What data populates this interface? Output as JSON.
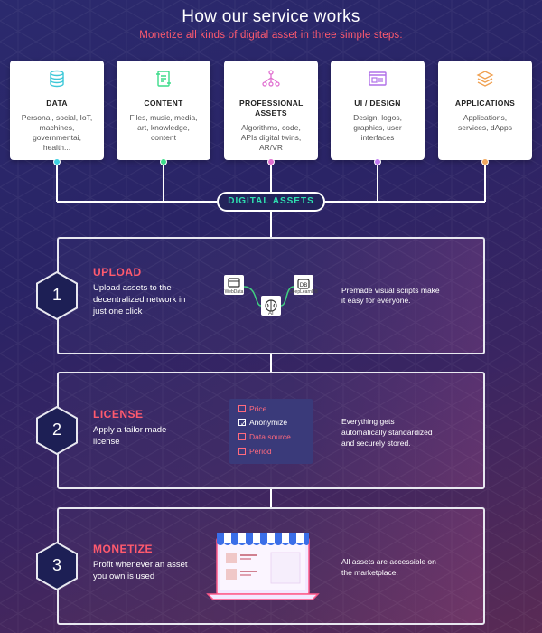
{
  "header": {
    "title": "How our service works",
    "subtitle": "Monetize all kinds of digital asset in three simple steps:"
  },
  "colors": {
    "accent_red": "#ff5a6e",
    "accent_teal": "#2fe0b0",
    "card_bg": "#ffffff",
    "panel_border": "#e8e8f0"
  },
  "cards": [
    {
      "title": "DATA",
      "icon": "database-icon",
      "desc": [
        "Personal, social, IoT,",
        "machines,",
        "governmentai,",
        "health..."
      ],
      "dot_color": "#3dd0e0"
    },
    {
      "title": "CONTENT",
      "icon": "content-icon",
      "desc": [
        "Files, music, media,",
        "art, knowledge,",
        "content"
      ],
      "dot_color": "#3ddc8a"
    },
    {
      "title": "PROFESSIONAL ASSETS",
      "icon": "network-icon",
      "desc": [
        "Algorithms, code,",
        "APIs digital twins,",
        "AR/VR"
      ],
      "dot_color": "#e070d0"
    },
    {
      "title": "UI / DESIGN",
      "icon": "design-window-icon",
      "desc": [
        "Design, logos,",
        "graphics, user",
        "interfaces"
      ],
      "dot_color": "#c07af0"
    },
    {
      "title": "APPLICATIONS",
      "icon": "layers-icon",
      "desc": [
        "Applications,",
        "services, dApps"
      ],
      "dot_color": "#f0a860"
    }
  ],
  "hub_label": "DIGITAL ASSETS",
  "steps": [
    {
      "number": "1",
      "title": "UPLOAD",
      "desc": [
        "Upload assets to the",
        "decentralized network in",
        "just one click"
      ],
      "note": [
        "Premade visual scripts make",
        "it easy for everyone."
      ],
      "script_nodes": [
        "WebData",
        "AI",
        "DeepLearnDB"
      ]
    },
    {
      "number": "2",
      "title": "LICENSE",
      "desc": [
        "Apply a tailor made",
        "license"
      ],
      "note": [
        "Everything gets",
        "automatically standardized",
        "and securely stored."
      ],
      "license_options": [
        {
          "label": "Price",
          "checked": false
        },
        {
          "label": "Anonymize",
          "checked": true
        },
        {
          "label": "Data source",
          "checked": false
        },
        {
          "label": "Period",
          "checked": false
        }
      ]
    },
    {
      "number": "3",
      "title": "MONETIZE",
      "desc": [
        "Profit whenever an asset",
        "you own is used"
      ],
      "note": [
        "All assets are accessible on",
        "the marketplace."
      ]
    }
  ]
}
